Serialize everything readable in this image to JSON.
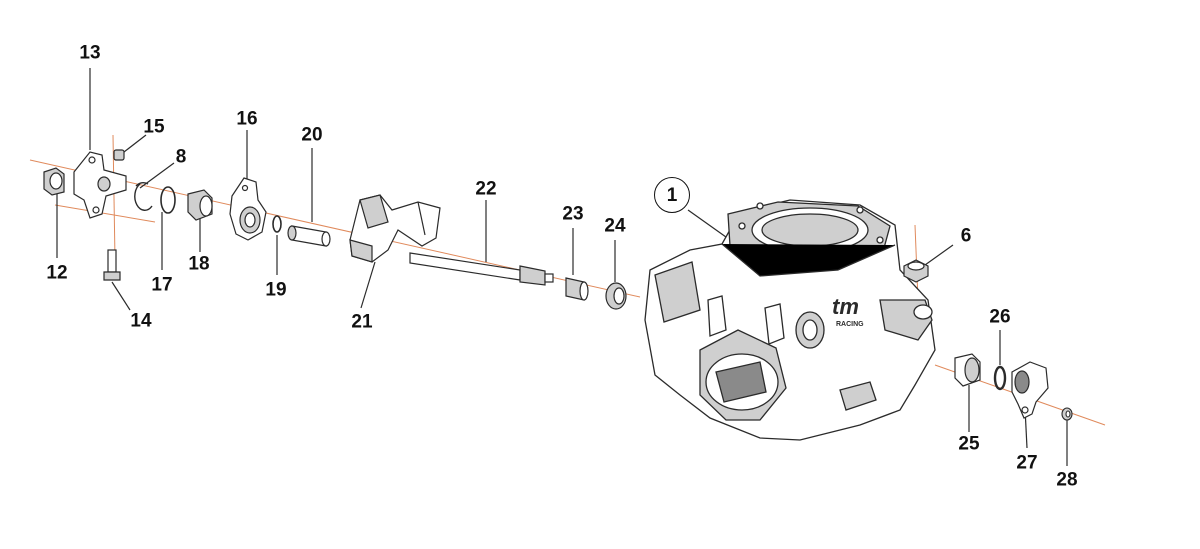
{
  "diagram": {
    "colors": {
      "line": "#2b2b2b",
      "axis": "#e08a5c",
      "fill": "#ffffff",
      "shade": "#cfcfcf",
      "dark": "#8a8a8a"
    },
    "callouts": {
      "p1": "1",
      "p6": "6",
      "p8": "8",
      "p12": "12",
      "p13": "13",
      "p14": "14",
      "p15": "15",
      "p16": "16",
      "p17": "17",
      "p18": "18",
      "p19": "19",
      "p20": "20",
      "p21": "21",
      "p22": "22",
      "p23": "23",
      "p24": "24",
      "p25": "25",
      "p26": "26",
      "p27": "27",
      "p28": "28"
    },
    "logo_text": "tm",
    "logo_subtext": "RACING"
  }
}
